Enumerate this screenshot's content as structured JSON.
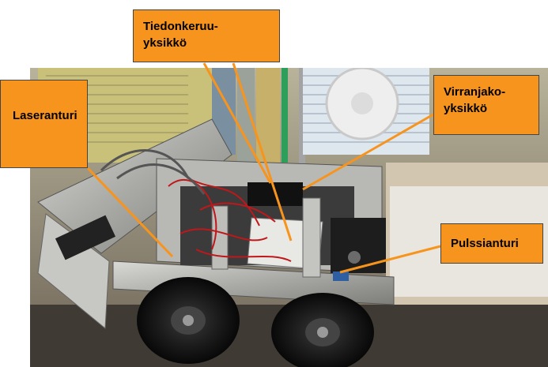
{
  "callouts": {
    "data_unit": {
      "line1": "Tiedonkeruu-",
      "line2": "yksikkö"
    },
    "laser_sensor": {
      "line1": "Laseranturi"
    },
    "power_unit": {
      "line1": "Virranjako-",
      "line2": "yksikkö"
    },
    "pulse_sensor": {
      "line1": "Pulssianturi"
    }
  },
  "colors": {
    "callout_fill": "#f7941d",
    "leader_line": "#f7941d"
  }
}
